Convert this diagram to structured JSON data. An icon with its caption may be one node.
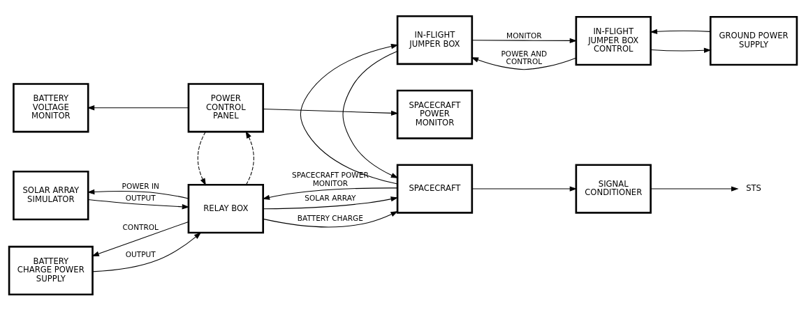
{
  "diagram": {
    "nodes": [
      {
        "text": [
          "SOLAR ARRAY SIMULATOR"
        ]
      },
      {
        "text": [
          "BATTERY CHARGE POWER SUPPLY"
        ]
      },
      {
        "text": [
          "BATTERY VOLTAGE MONITOR"
        ]
      },
      {
        "text": [
          "RELAY BOX"
        ]
      },
      {
        "text": [
          "POWER CONTROL PANEL"
        ]
      },
      {
        "text": [
          "IN-FLIGHT JUMPER BOX"
        ]
      },
      {
        "text": [
          "SPACECRAFT"
        ]
      },
      {
        "text": [
          "SPACECRAFT POWER MONITOR"
        ]
      },
      {
        "text": [
          "IN-FLIGHT JUMPER BOX CONTROL"
        ]
      },
      {
        "text": [
          "SIGNAL CONDITIONER"
        ]
      },
      {
        "text": [
          "GROUND POWER SUPPLY"
        ]
      },
      {
        "text": [
          "STS"
        ]
      }
    ],
    "edges": [
      {
        "from": 3,
        "to": 0,
        "arrow": "to",
        "label": "POWER IN"
      },
      {
        "from": 0,
        "to": 3,
        "arrow": "to",
        "label": "OUTPUT"
      },
      {
        "from": 3,
        "to": 1,
        "arrow": "to",
        "label": "CONTROL"
      },
      {
        "from": 1,
        "to": 3,
        "arrow": "to",
        "label": "OUTPUT"
      },
      {
        "from": 6,
        "to": 3,
        "arrow": "to",
        "label": "SPACECRAFT POWER MONITOR"
      },
      {
        "from": 3,
        "to": 6,
        "arrow": "to",
        "label": "SOLAR ARRAY"
      },
      {
        "from": 3,
        "to": 6,
        "arrow": "to",
        "label": "BATTERY CHARGE"
      },
      {
        "from": 3,
        "to": 4,
        "arrow": "to",
        "style": "dashed"
      },
      {
        "from": 4,
        "to": 3,
        "arrow": "to",
        "style": "dashed"
      },
      {
        "from": 4,
        "to": 2,
        "arrow": "to"
      },
      {
        "from": 4,
        "to": 7,
        "arrow": "to"
      },
      {
        "from": 8,
        "to": 5,
        "arrow": "to",
        "label": "POWER AND CONTROL"
      },
      {
        "from": 5,
        "to": 8,
        "arrow": "to",
        "label": "MONITOR"
      },
      {
        "from": 10,
        "to": 8,
        "arrow": "to"
      },
      {
        "from": 8,
        "to": 10,
        "arrow": "to"
      },
      {
        "from": 5,
        "to": 6,
        "arrow": "to"
      },
      {
        "from": 6,
        "to": 5,
        "arrow": "to"
      },
      {
        "from": 6,
        "to": 9,
        "arrow": "to"
      },
      {
        "from": 9,
        "to": 11,
        "arrow": "to"
      }
    ]
  }
}
